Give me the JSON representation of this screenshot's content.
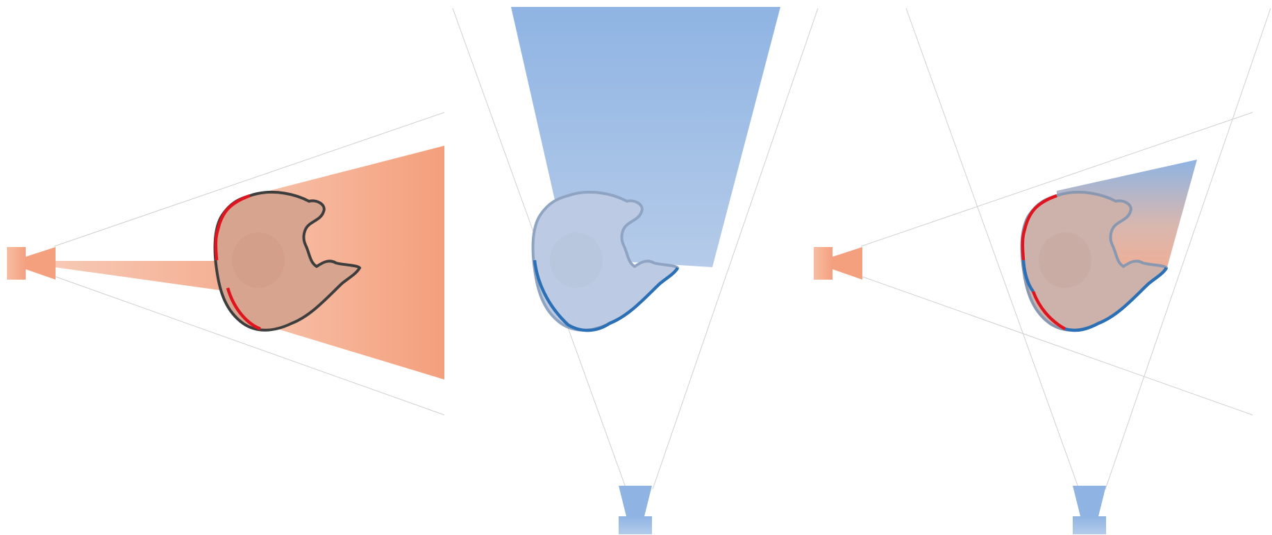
{
  "figure": {
    "panels": [
      {
        "id": "panel-1",
        "probe": "horizontal-probe",
        "beam": "orange"
      },
      {
        "id": "panel-2",
        "probe": "vertical-probe",
        "beam": "blue"
      },
      {
        "id": "panel-3",
        "probe": "both-probes",
        "beam": "blended"
      }
    ],
    "colors": {
      "orange_beam": "#f4a07f",
      "blue_beam": "#8fb4e3",
      "organ_fill": "#d7a58f",
      "organ_outline": "#3d3d3d",
      "red_boundary": "#e0141e",
      "blue_boundary": "#2b6fb5",
      "guide_line": "#c8c8c8"
    },
    "icons": [
      "ultrasound-probe-icon",
      "organ-shape-icon"
    ]
  }
}
